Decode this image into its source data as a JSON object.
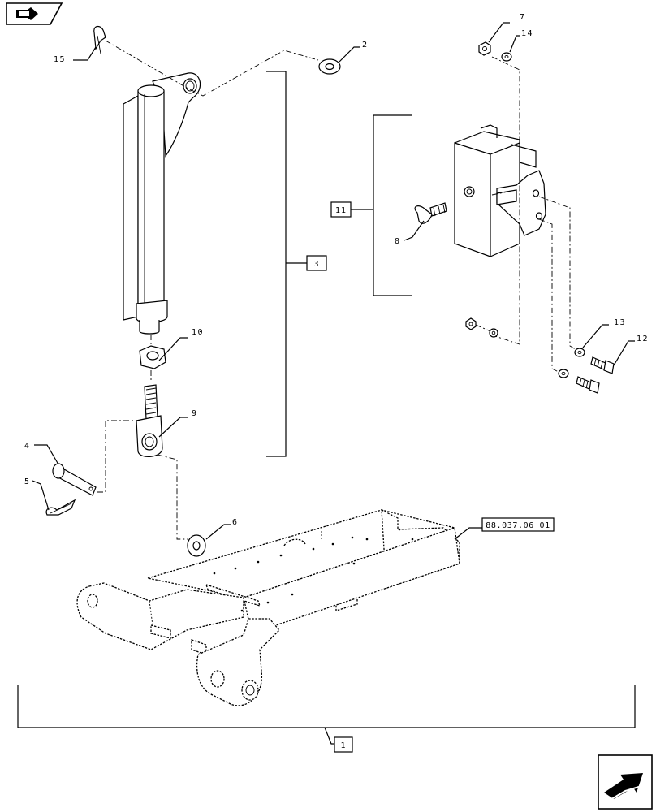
{
  "callouts": {
    "c1": "1",
    "c2": "2",
    "c3": "3",
    "c4": "4",
    "c5": "5",
    "c6": "6",
    "c7": "7",
    "c8": "8",
    "c9": "9",
    "c10": "10",
    "c11": "11",
    "c12": "12",
    "c13": "13",
    "c14": "14",
    "c15": "15"
  },
  "reference": "88.037.06 01",
  "icons": {
    "top_left": "book-arrow-icon",
    "bottom_right": "next-page-arrow-icon"
  }
}
